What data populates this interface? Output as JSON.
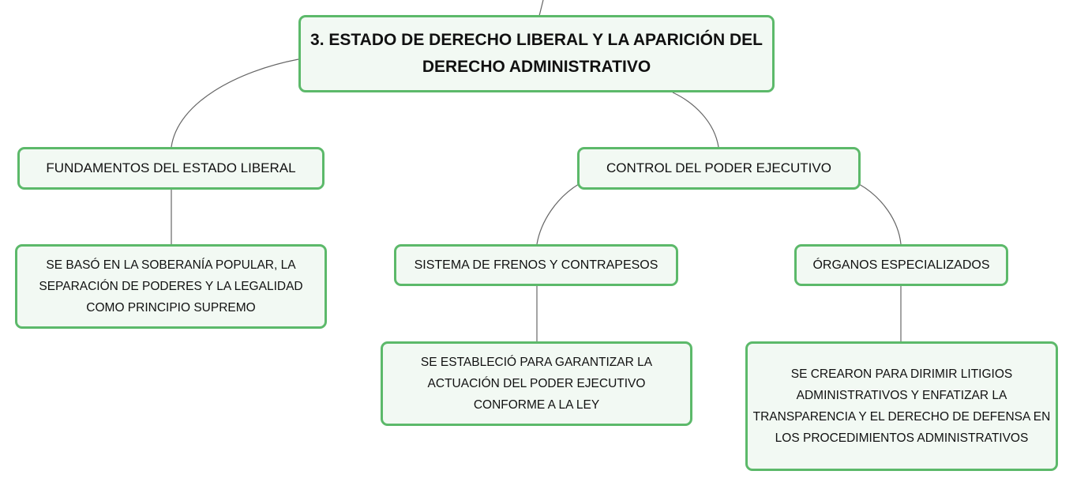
{
  "root": {
    "text": "3. ESTADO DE DERECHO LIBERAL Y LA APARICIÓN DEL DERECHO ADMINISTRATIVO"
  },
  "branches": {
    "fundamentos": {
      "label": "FUNDAMENTOS DEL ESTADO LIBERAL",
      "detail": "SE BASÓ EN LA SOBERANÍA POPULAR, LA SEPARACIÓN DE PODERES Y LA LEGALIDAD COMO PRINCIPIO SUPREMO"
    },
    "control": {
      "label": "CONTROL DEL PODER EJECUTIVO",
      "children": {
        "frenos": {
          "label": "SISTEMA DE FRENOS Y CONTRAPESOS",
          "detail": "SE ESTABLECIÓ PARA GARANTIZAR LA ACTUACIÓN DEL PODER EJECUTIVO CONFORME A LA LEY"
        },
        "organos": {
          "label": "ÓRGANOS ESPECIALIZADOS",
          "detail": "SE CREARON PARA DIRIMIR LITIGIOS ADMINISTRATIVOS Y ENFATIZAR LA TRANSPARENCIA Y EL DERECHO DE DEFENSA EN LOS PROCEDIMIENTOS ADMINISTRATIVOS"
        }
      }
    }
  },
  "colors": {
    "node_border": "#5cb96a",
    "node_fill": "#f2f9f3",
    "connector": "#666666",
    "text": "#111111"
  }
}
